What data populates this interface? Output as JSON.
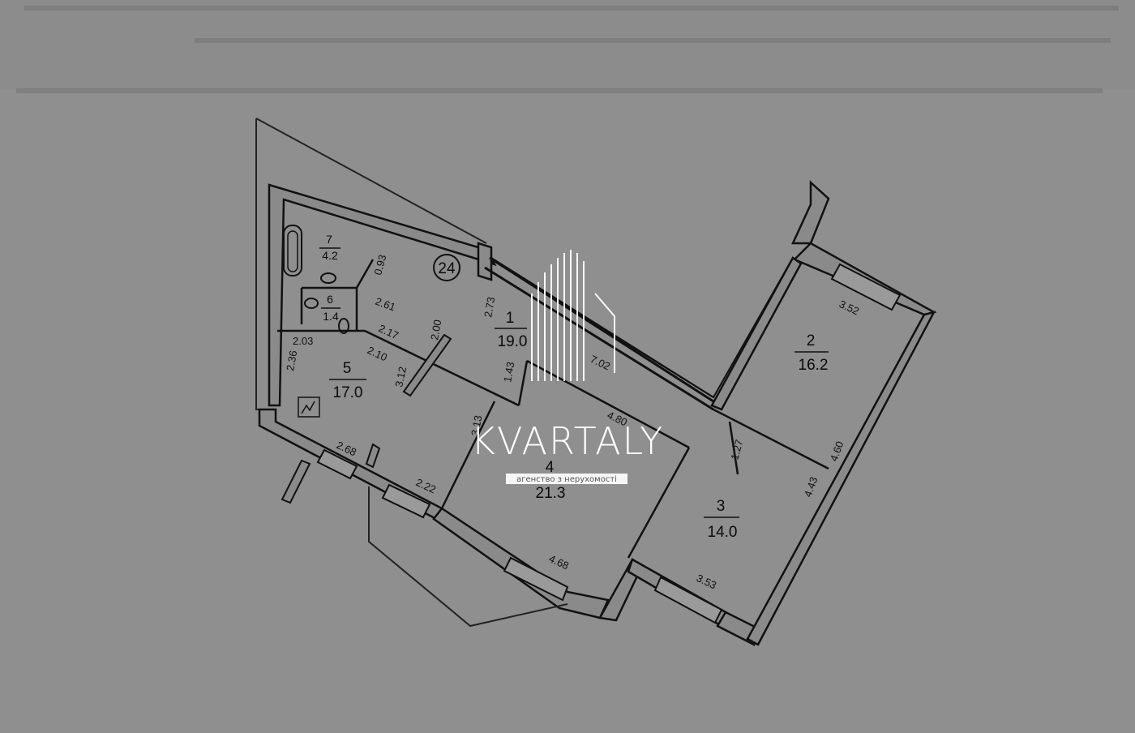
{
  "floorplan": {
    "rooms": [
      {
        "num": "1",
        "area": "19.0"
      },
      {
        "num": "2",
        "area": "16.2"
      },
      {
        "num": "3",
        "area": "14.0"
      },
      {
        "num": "4",
        "area": "21.3"
      },
      {
        "num": "5",
        "area": "17.0"
      },
      {
        "num": "6",
        "area": "1.4"
      },
      {
        "num": "7",
        "area": "4.2"
      }
    ],
    "dims": [
      "0.93",
      "2.61",
      "2.73",
      "2.00",
      "2.17",
      "2.10",
      "3.12",
      "2.03",
      "2.36",
      "1.43",
      "4.80",
      "7.02",
      "3.52",
      "4.60",
      "4.43",
      "1.27",
      "3.53",
      "4.68",
      "2.22",
      "2.68",
      "3.13"
    ],
    "shaft_label": "24"
  },
  "watermark": {
    "brand": "KVARTALY",
    "tagline": "агенство з нерухомості"
  },
  "colors": {
    "background": "#8f8f8f",
    "wall_fill": "#8a8a8a",
    "ink": "#111111",
    "watermark": "#ffffff"
  }
}
